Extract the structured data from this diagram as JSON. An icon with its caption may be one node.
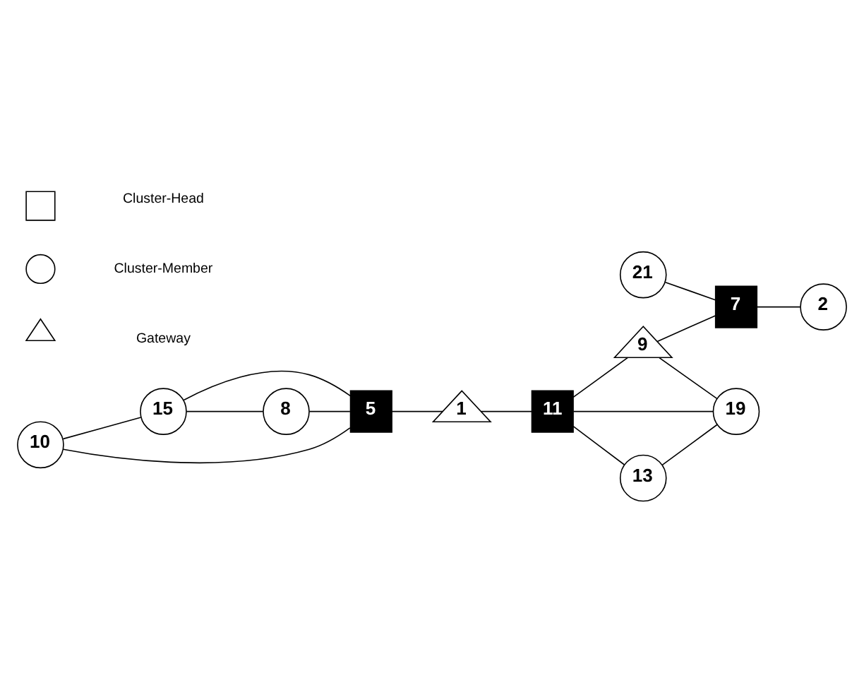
{
  "diagram": {
    "nodes": [
      {
        "text": [
          "21"
        ]
      },
      {
        "text": [
          "7"
        ]
      },
      {
        "text": [
          "10"
        ]
      },
      {
        "text": [
          "2"
        ]
      },
      {
        "text": [
          "15"
        ]
      },
      {
        "text": [
          "5"
        ]
      },
      {
        "text": [
          "9"
        ]
      },
      {
        "text": [
          "1"
        ]
      },
      {
        "text": [
          "11"
        ]
      },
      {
        "text": [
          "19"
        ]
      },
      {
        "text": [
          "8"
        ]
      },
      {
        "text": [
          "13"
        ]
      },
      {
        "text": [],
        "shape": "box"
      },
      {
        "text": [],
        "shape": "circle"
      },
      {
        "text": [],
        "shape": "triangle"
      }
    ],
    "edges": [
      {
        "from": 0,
        "to": 1,
        "arrow": "none"
      },
      {
        "from": 1,
        "to": 3,
        "arrow": "none"
      },
      {
        "from": 2,
        "to": 4,
        "arrow": "none"
      },
      {
        "from": 2,
        "to": 5,
        "arrow": "none"
      },
      {
        "from": 4,
        "to": 5,
        "arrow": "none"
      },
      {
        "from": 4,
        "to": 10,
        "arrow": "none"
      },
      {
        "from": 10,
        "to": 5,
        "arrow": "none"
      },
      {
        "from": 5,
        "to": 7,
        "arrow": "none"
      },
      {
        "from": 7,
        "to": 8,
        "arrow": "none"
      },
      {
        "from": 8,
        "to": 6,
        "arrow": "none"
      },
      {
        "from": 6,
        "to": 1,
        "arrow": "none"
      },
      {
        "from": 6,
        "to": 9,
        "arrow": "none"
      },
      {
        "from": 8,
        "to": 9,
        "arrow": "none"
      },
      {
        "from": 8,
        "to": 11,
        "arrow": "none"
      },
      {
        "from": 11,
        "to": 9,
        "arrow": "none"
      }
    ],
    "legend": [
      {
        "text": "Cluster-Head"
      },
      {
        "text": "Cluster-Member"
      },
      {
        "text": "Gateway"
      }
    ]
  }
}
